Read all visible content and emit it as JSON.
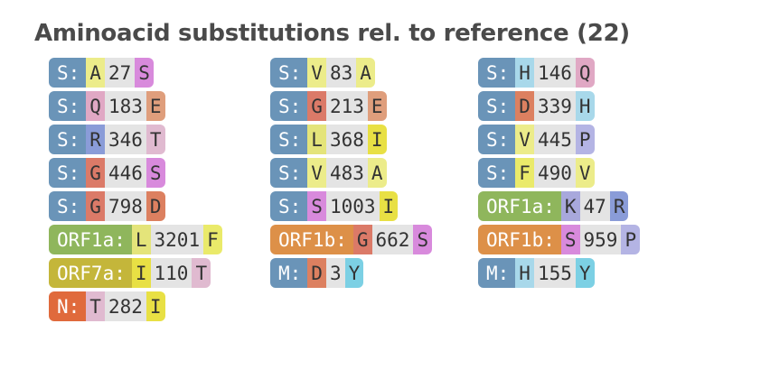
{
  "header": {
    "title": "Aminoacid substitutions rel. to reference (22)"
  },
  "colors": {
    "gene": {
      "S": "#6a94b8",
      "ORF1a": "#8fb65c",
      "ORF1b": "#dd9048",
      "ORF7a": "#c4b63a",
      "M": "#6a94b8",
      "N": "#e06a3c"
    },
    "aa": {
      "A": "#ecec8a",
      "S": "#d88adc",
      "Q": "#e0a8c4",
      "E": "#df9e7c",
      "R": "#8a9cd8",
      "T": "#e0bad0",
      "G": "#db7a68",
      "D": "#dc8060",
      "V": "#ecec8a",
      "L": "#e4e47a",
      "I": "#e8e044",
      "H": "#a8d8ea",
      "P": "#b4b4e4",
      "F": "#eaea6a",
      "K": "#a8a8dc",
      "Y": "#7cd0e4"
    }
  },
  "substitutions": [
    {
      "gene": "S:",
      "gene_key": "S",
      "ref": "A",
      "pos": "27",
      "qry": "S"
    },
    {
      "gene": "S:",
      "gene_key": "S",
      "ref": "V",
      "pos": "83",
      "qry": "A"
    },
    {
      "gene": "S:",
      "gene_key": "S",
      "ref": "H",
      "pos": "146",
      "qry": "Q"
    },
    {
      "gene": "S:",
      "gene_key": "S",
      "ref": "Q",
      "pos": "183",
      "qry": "E"
    },
    {
      "gene": "S:",
      "gene_key": "S",
      "ref": "G",
      "pos": "213",
      "qry": "E"
    },
    {
      "gene": "S:",
      "gene_key": "S",
      "ref": "D",
      "pos": "339",
      "qry": "H"
    },
    {
      "gene": "S:",
      "gene_key": "S",
      "ref": "R",
      "pos": "346",
      "qry": "T"
    },
    {
      "gene": "S:",
      "gene_key": "S",
      "ref": "L",
      "pos": "368",
      "qry": "I"
    },
    {
      "gene": "S:",
      "gene_key": "S",
      "ref": "V",
      "pos": "445",
      "qry": "P"
    },
    {
      "gene": "S:",
      "gene_key": "S",
      "ref": "G",
      "pos": "446",
      "qry": "S"
    },
    {
      "gene": "S:",
      "gene_key": "S",
      "ref": "V",
      "pos": "483",
      "qry": "A"
    },
    {
      "gene": "S:",
      "gene_key": "S",
      "ref": "F",
      "pos": "490",
      "qry": "V"
    },
    {
      "gene": "S:",
      "gene_key": "S",
      "ref": "G",
      "pos": "798",
      "qry": "D"
    },
    {
      "gene": "S:",
      "gene_key": "S",
      "ref": "S",
      "pos": "1003",
      "qry": "I"
    },
    {
      "gene": "ORF1a:",
      "gene_key": "ORF1a",
      "ref": "K",
      "pos": "47",
      "qry": "R"
    },
    {
      "gene": "ORF1a:",
      "gene_key": "ORF1a",
      "ref": "L",
      "pos": "3201",
      "qry": "F"
    },
    {
      "gene": "ORF1b:",
      "gene_key": "ORF1b",
      "ref": "G",
      "pos": "662",
      "qry": "S"
    },
    {
      "gene": "ORF1b:",
      "gene_key": "ORF1b",
      "ref": "S",
      "pos": "959",
      "qry": "P"
    },
    {
      "gene": "ORF7a:",
      "gene_key": "ORF7a",
      "ref": "I",
      "pos": "110",
      "qry": "T"
    },
    {
      "gene": "M:",
      "gene_key": "M",
      "ref": "D",
      "pos": "3",
      "qry": "Y"
    },
    {
      "gene": "M:",
      "gene_key": "M",
      "ref": "H",
      "pos": "155",
      "qry": "Y"
    },
    {
      "gene": "N:",
      "gene_key": "N",
      "ref": "T",
      "pos": "282",
      "qry": "I"
    }
  ]
}
